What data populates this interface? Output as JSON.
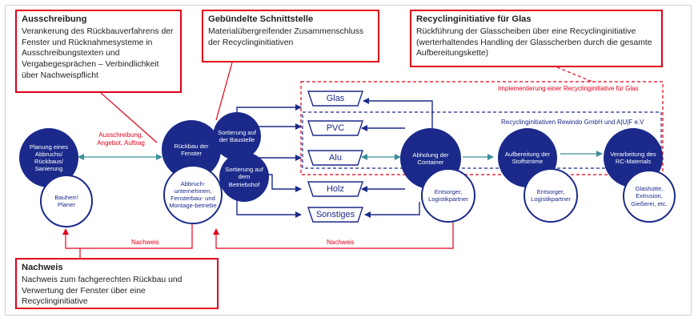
{
  "callouts": {
    "ausschreibung": {
      "title": "Ausschreibung",
      "body": "Verankerung des Rückbauverfahrens der Fenster und Rücknahmesysteme in Ausschreibungstexten und Vergabegesprächen – Verbindlichkeit über Nachweispflicht"
    },
    "schnittstelle": {
      "title": "Gebündelte Schnittstelle",
      "body": "Materialübergreifender Zusammenschluss der Recyclinginitiativen"
    },
    "glas": {
      "title": "Recyclinginitiative für Glas",
      "body": "Rückführung der Glasscheiben über eine Recyclinginitiative (werterhaltendes Handling der Glasscherben durch die gesamte Aufbereitungskette)"
    },
    "nachweis": {
      "title": "Nachweis",
      "body": "Nachweis zum fachgerechten Rückbau und Verwertung der Fenster über eine Recyclinginitiative"
    }
  },
  "circles": {
    "planung": "Planung eines Abbruchs/ Rückbaus/ Sanierung",
    "bauherr": "Bauherr/ Planer",
    "rueckbau": "Rückbau der Fenster",
    "abbruch": "Abbruch-unternehmen, Fensterbau- und Montage-betriebe",
    "sort_baustelle": "Sortierung auf der Baustelle",
    "sort_betriebshof": "Sortierung auf dem Betriebshof",
    "abholung": "Abholung der Container",
    "entsorger1": "Entsorger, Logistikpartner",
    "aufbereitung": "Aufbereitung der Stoffströme",
    "entsorger2": "Entsorger, Logistikpartner",
    "verarbeitung": "Verarbeitung des RC-Materials",
    "glashuette": "Glashütte, Extrusion, Gießerei, etc."
  },
  "containers": [
    "Glas",
    "PVC",
    "Alu",
    "Holz",
    "Sonstiges"
  ],
  "labels": {
    "ausschreibung_angebot": "Ausschreibung, Angebot, Auftrag",
    "nachweis_left": "Nachweis",
    "nachweis_right": "Nachweis",
    "implementierung": "Implementierung einer Recyclinginitiative für Glas",
    "rewindo": "Recyclinginitiativen Rewindo GmbH und A|U|F e.V"
  },
  "colors": {
    "dark_blue": "#1b2a8a",
    "red": "#e2001a",
    "teal": "#3c8f9a"
  }
}
